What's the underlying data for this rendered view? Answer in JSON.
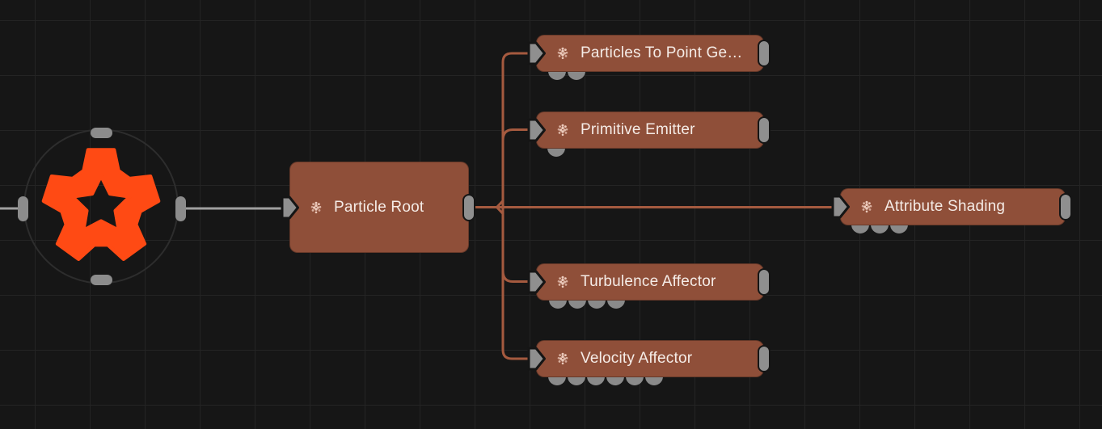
{
  "app": {
    "view": "particle-node-graph"
  },
  "canvas": {
    "background_color": "#161616",
    "grid_line_color": "#242424",
    "accent_orange": "#ff4a14",
    "node_fill_color": "#8f4f39",
    "wire_color": "#a55a3f",
    "gray_wire_color": "#a0a0a0",
    "port_color": "#8c8c8c",
    "ring_color": "#2d2d2d",
    "title_text_color": "#f5ece7"
  },
  "nodes": {
    "root_orb": {
      "icon": "star-gear-logo-icon",
      "ports": [
        "top",
        "right",
        "bottom",
        "left"
      ]
    },
    "particle_root": {
      "title": "Particle Root",
      "icon": "particles-icon",
      "bottom_ports": 0
    },
    "particles_to_point_geometry": {
      "title": "Particles To Point Ge…",
      "icon": "particles-icon",
      "bottom_ports": 2
    },
    "primitive_emitter": {
      "title": "Primitive Emitter",
      "icon": "particles-icon",
      "bottom_ports": 1
    },
    "attribute_shading": {
      "title": "Attribute Shading",
      "icon": "particles-icon",
      "bottom_ports": 3
    },
    "turbulence_affector": {
      "title": "Turbulence Affector",
      "icon": "particles-icon",
      "bottom_ports": 4
    },
    "velocity_affector": {
      "title": "Velocity Affector",
      "icon": "particles-icon",
      "bottom_ports": 6
    }
  },
  "connections": [
    {
      "from": "edge-left",
      "to": "root_orb"
    },
    {
      "from": "root_orb",
      "to": "particle_root"
    },
    {
      "from": "particle_root",
      "to": "particles_to_point_geometry"
    },
    {
      "from": "particle_root",
      "to": "primitive_emitter"
    },
    {
      "from": "particle_root",
      "to": "attribute_shading"
    },
    {
      "from": "particle_root",
      "to": "turbulence_affector"
    },
    {
      "from": "particle_root",
      "to": "velocity_affector"
    }
  ]
}
